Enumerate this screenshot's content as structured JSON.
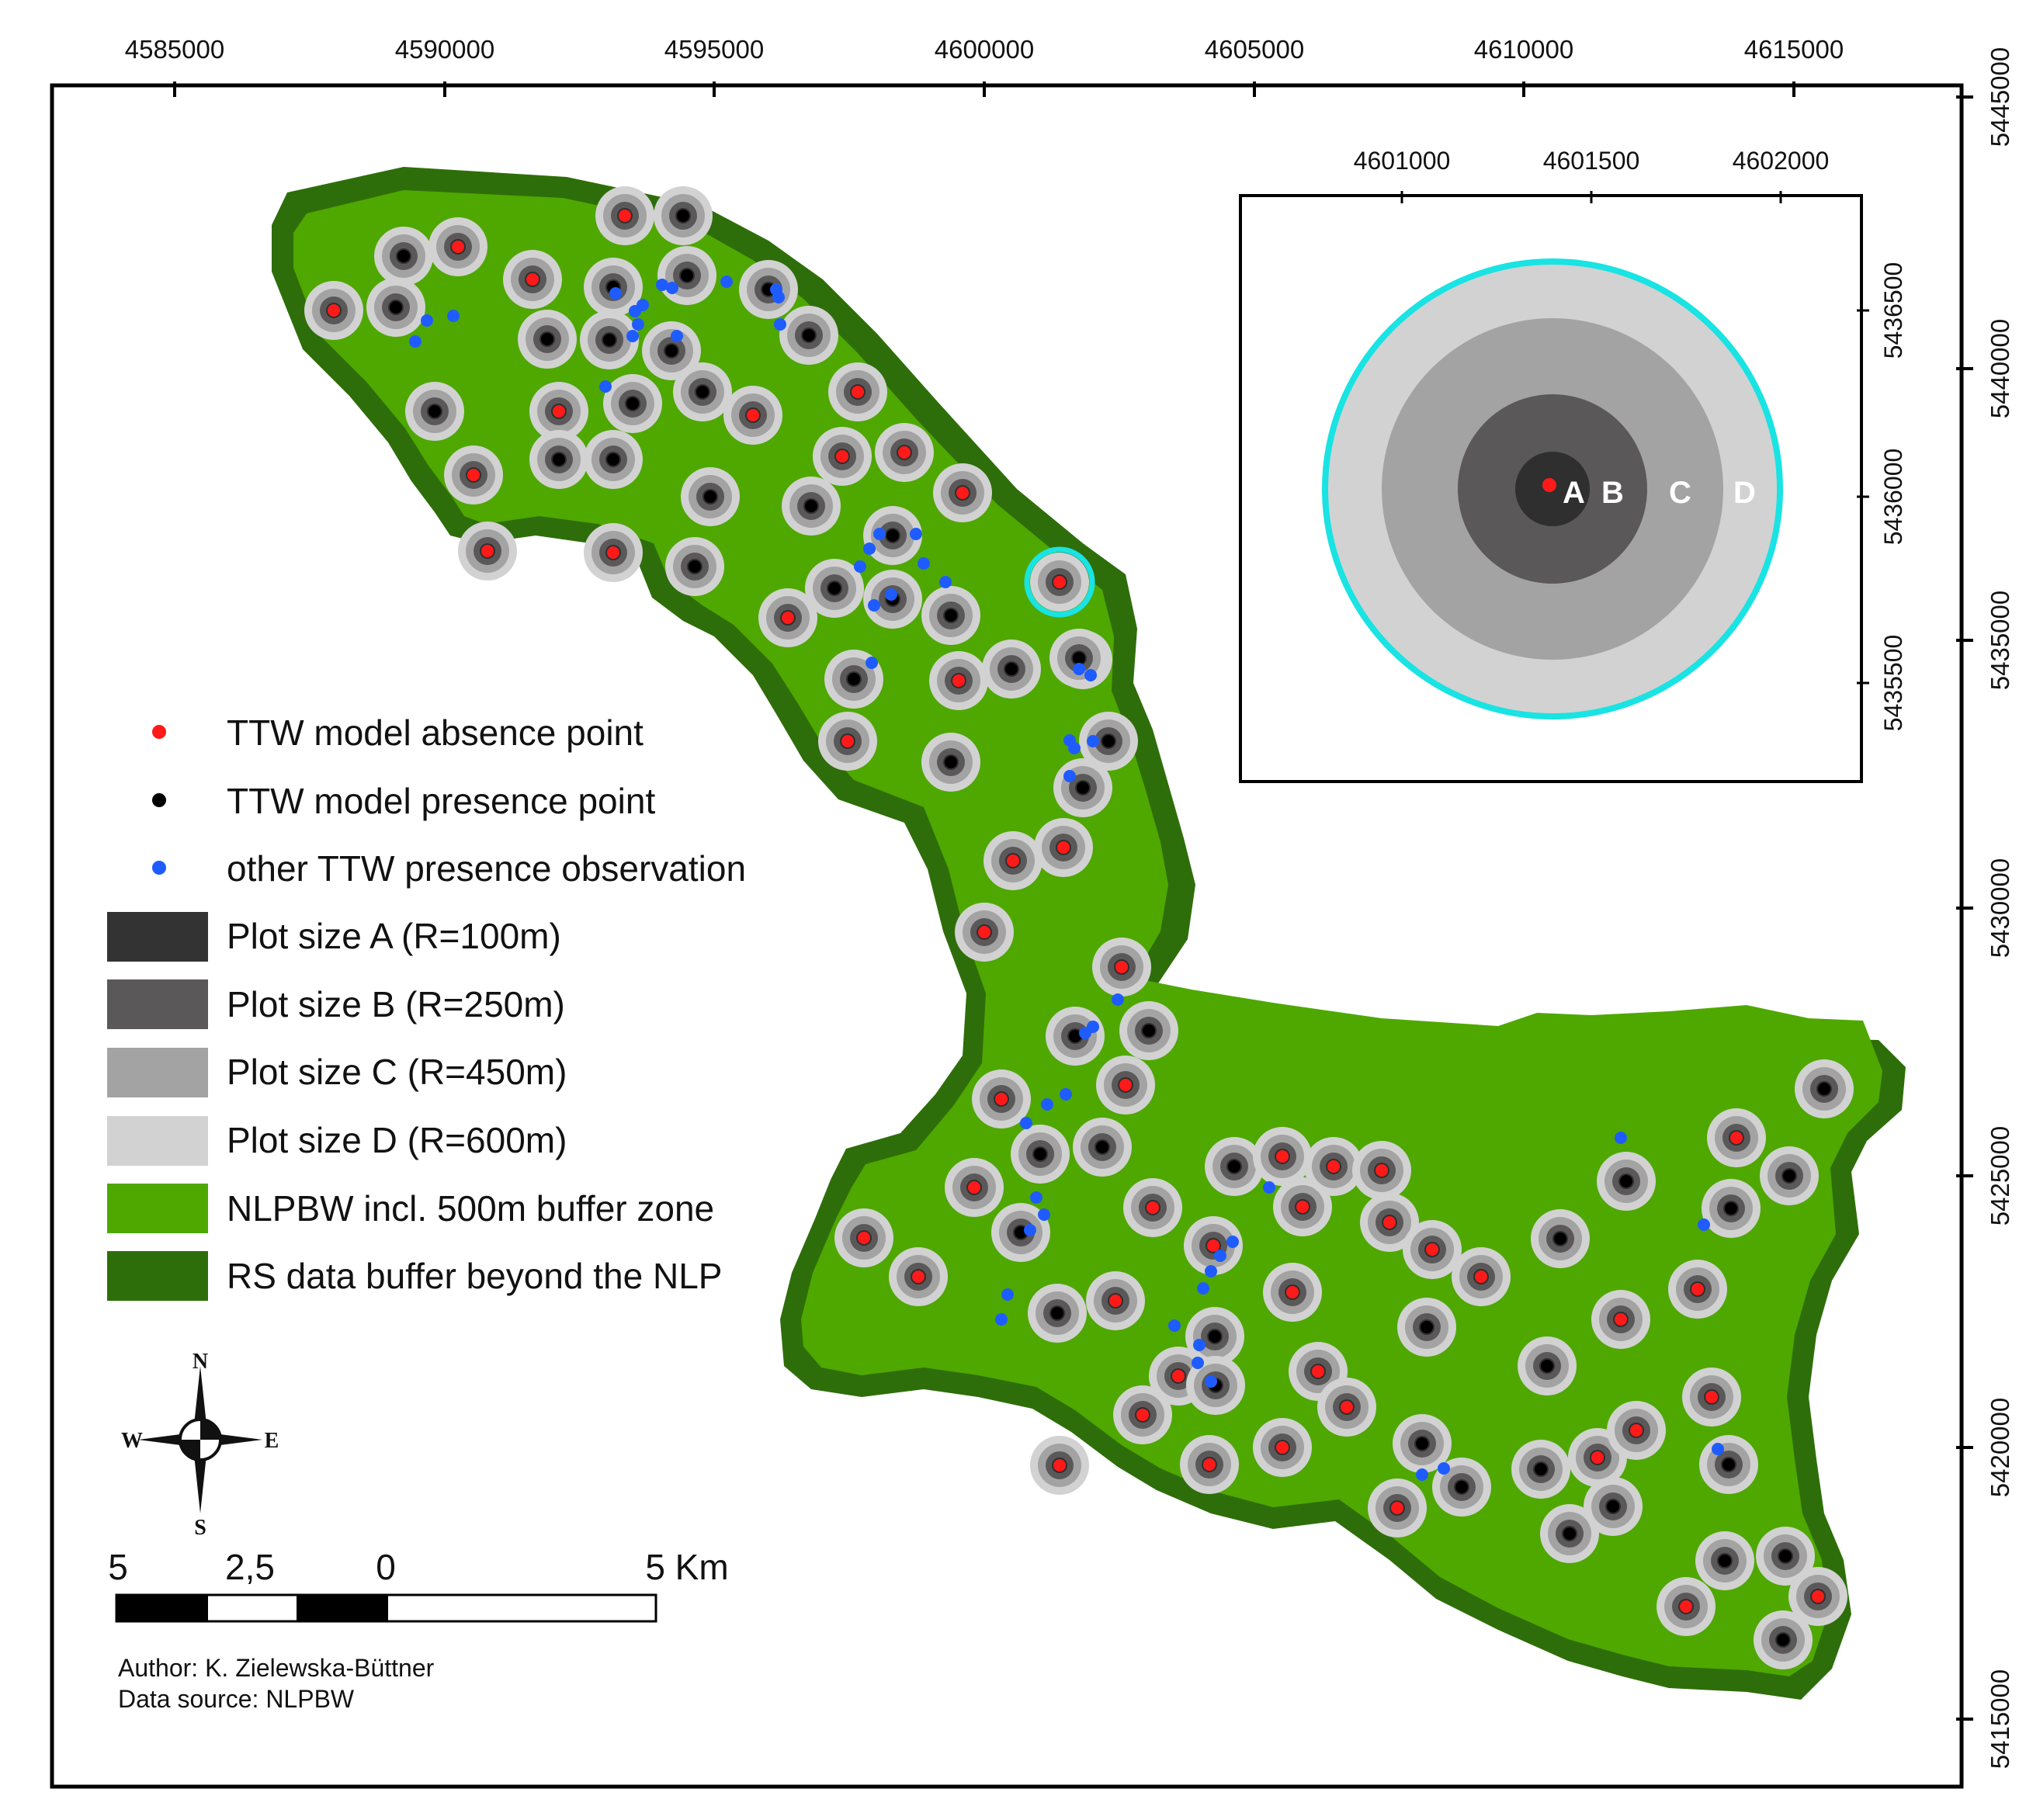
{
  "map": {
    "top_axis_ticks": [
      "4585000",
      "4590000",
      "4595000",
      "4600000",
      "4605000",
      "4610000",
      "4615000"
    ],
    "right_axis_ticks": [
      "5445000",
      "5440000",
      "5435000",
      "5430000",
      "5425000",
      "5420000",
      "5415000"
    ],
    "colors": {
      "park": "#4ea800",
      "buffer": "#2e6e0a",
      "plot_d": "#d2d2d2",
      "plot_c": "#a3a3a3",
      "plot_b": "#5a5858",
      "plot_a": "#2f2f2f",
      "absence": "#ff1a1a",
      "presence": "#000000",
      "observation": "#1e5cff",
      "highlight": "#19e3e3"
    }
  },
  "inset": {
    "top_ticks": [
      "4601000",
      "4601500",
      "4602000"
    ],
    "right_ticks": [
      "5436500",
      "5436000",
      "5435500"
    ],
    "ring_labels": [
      "A",
      "B",
      "C",
      "D"
    ]
  },
  "legend": {
    "items": [
      {
        "label": "TTW model absence point",
        "symbol": "dot",
        "color": "#ff1a1a"
      },
      {
        "label": "TTW model presence point",
        "symbol": "dot",
        "color": "#000000"
      },
      {
        "label": "other TTW presence observation",
        "symbol": "dot",
        "color": "#1e5cff"
      },
      {
        "label": "Plot size A (R=100m)",
        "symbol": "box",
        "color": "#333333"
      },
      {
        "label": "Plot size B (R=250m)",
        "symbol": "box",
        "color": "#5a5858"
      },
      {
        "label": "Plot size C (R=450m)",
        "symbol": "box",
        "color": "#a3a3a3"
      },
      {
        "label": "Plot size D (R=600m)",
        "symbol": "box",
        "color": "#d2d2d2"
      },
      {
        "label": "NLPBW incl. 500m buffer zone",
        "symbol": "box",
        "color": "#4ea800"
      },
      {
        "label": "RS data buffer beyond the NLP",
        "symbol": "box",
        "color": "#2e6e0a"
      }
    ]
  },
  "compass": {
    "n": "N",
    "s": "S",
    "e": "E",
    "w": "W"
  },
  "scale_bar": {
    "labels": [
      "5",
      "2,5",
      "0",
      "5 Km"
    ]
  },
  "credits": {
    "author": "Author: K. Zielewska-Büttner",
    "source": "Data source: NLPBW"
  }
}
